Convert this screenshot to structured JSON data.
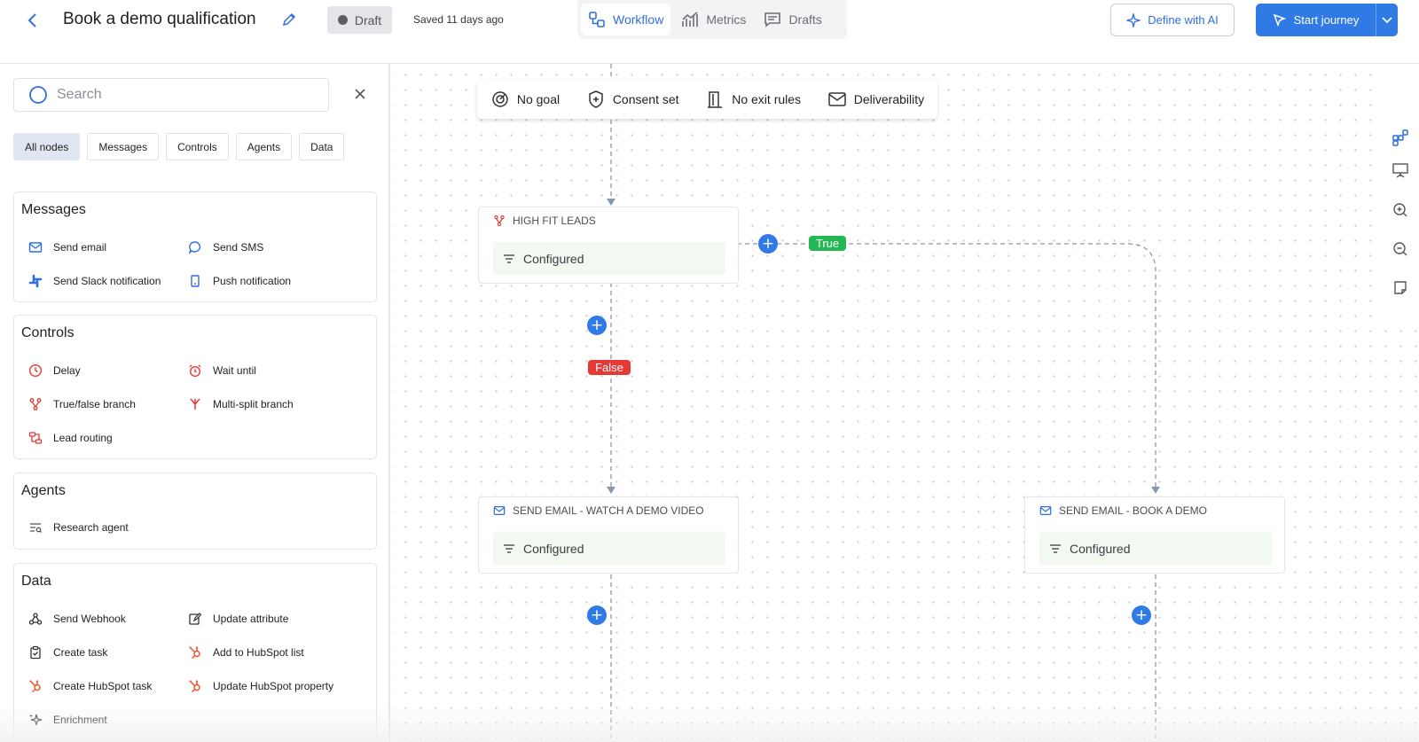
{
  "header": {
    "title": "Book a demo qualification",
    "status": "Draft",
    "saved": "Saved 11 days ago",
    "tabs": [
      {
        "label": "Workflow"
      },
      {
        "label": "Metrics"
      },
      {
        "label": "Drafts"
      }
    ],
    "define_ai": "Define with AI",
    "start": "Start journey"
  },
  "sidebar": {
    "search_placeholder": "Search",
    "filters": [
      "All nodes",
      "Messages",
      "Controls",
      "Agents",
      "Data"
    ],
    "sections": {
      "messages": {
        "title": "Messages",
        "items": [
          "Send email",
          "Send SMS",
          "Send Slack notification",
          "Push notification"
        ]
      },
      "controls": {
        "title": "Controls",
        "items": [
          "Delay",
          "Wait until",
          "True/false branch",
          "Multi-split branch",
          "Lead routing"
        ]
      },
      "agents": {
        "title": "Agents",
        "items": [
          "Research agent"
        ]
      },
      "data": {
        "title": "Data",
        "items": [
          "Send Webhook",
          "Update attribute",
          "Create task",
          "Add to HubSpot list",
          "Create HubSpot task",
          "Update HubSpot property",
          "Enrichment"
        ]
      }
    }
  },
  "canvas": {
    "infobar": [
      "No goal",
      "Consent set",
      "No exit rules",
      "Deliverability"
    ],
    "nodes": {
      "branch": {
        "title": "HIGH FIT LEADS",
        "status": "Configured"
      },
      "email_video": {
        "title": "SEND EMAIL - WATCH A DEMO VIDEO",
        "status": "Configured"
      },
      "email_demo": {
        "title": "SEND EMAIL - BOOK A DEMO",
        "status": "Configured"
      }
    },
    "true_label": "True",
    "false_label": "False",
    "plus": "+"
  },
  "colors": {
    "accent": "#2f7ae5",
    "true": "#24b855",
    "false": "#e53935",
    "configured_bg": "#f1f9f1"
  }
}
